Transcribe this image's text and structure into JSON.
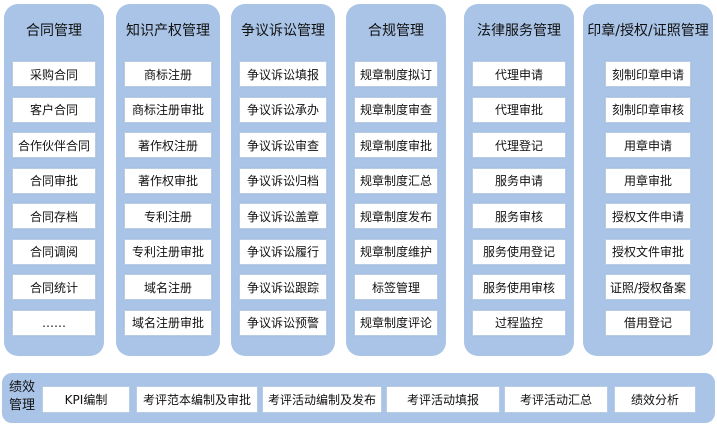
{
  "columns": [
    {
      "title": "合同管理",
      "items": [
        "采购合同",
        "客户合同",
        "合作伙伴合同",
        "合同审批",
        "合同存档",
        "合同调阅",
        "合同统计",
        "……"
      ]
    },
    {
      "title": "知识产权管理",
      "items": [
        "商标注册",
        "商标注册审批",
        "著作权注册",
        "著作权审批",
        "专利注册",
        "专利注册审批",
        "域名注册",
        "域名注册审批"
      ]
    },
    {
      "title": "争议诉讼管理",
      "items": [
        "争议诉讼填报",
        "争议诉讼承办",
        "争议诉讼审查",
        "争议诉讼归档",
        "争议诉讼盖章",
        "争议诉讼履行",
        "争议诉讼跟踪",
        "争议诉讼预警"
      ]
    },
    {
      "title": "合规管理",
      "items": [
        "规章制度拟订",
        "规章制度审查",
        "规章制度审批",
        "规章制度汇总",
        "规章制度发布",
        "规章制度维护",
        "标签管理",
        "规章制度评论"
      ]
    },
    {
      "title": "法律服务管理",
      "items": [
        "代理申请",
        "代理审批",
        "代理登记",
        "服务申请",
        "服务审核",
        "服务使用登记",
        "服务使用审核",
        "过程监控"
      ]
    },
    {
      "title": "印章/授权/证照管理",
      "items": [
        "刻制印章申请",
        "刻制印章审核",
        "用章申请",
        "用章审批",
        "授权文件申请",
        "授权文件审批",
        "证照/授权备案",
        "借用登记"
      ]
    }
  ],
  "performance": {
    "title_line1": "绩效",
    "title_line2": "管理",
    "items": [
      "KPI编制",
      "考评范本编制及审批",
      "考评活动编制及发布",
      "考评活动填报",
      "考评活动汇总",
      "绩效分析"
    ]
  },
  "colors": {
    "panel": "#a9c4e6",
    "box": "#ffffff",
    "text": "#111111"
  }
}
